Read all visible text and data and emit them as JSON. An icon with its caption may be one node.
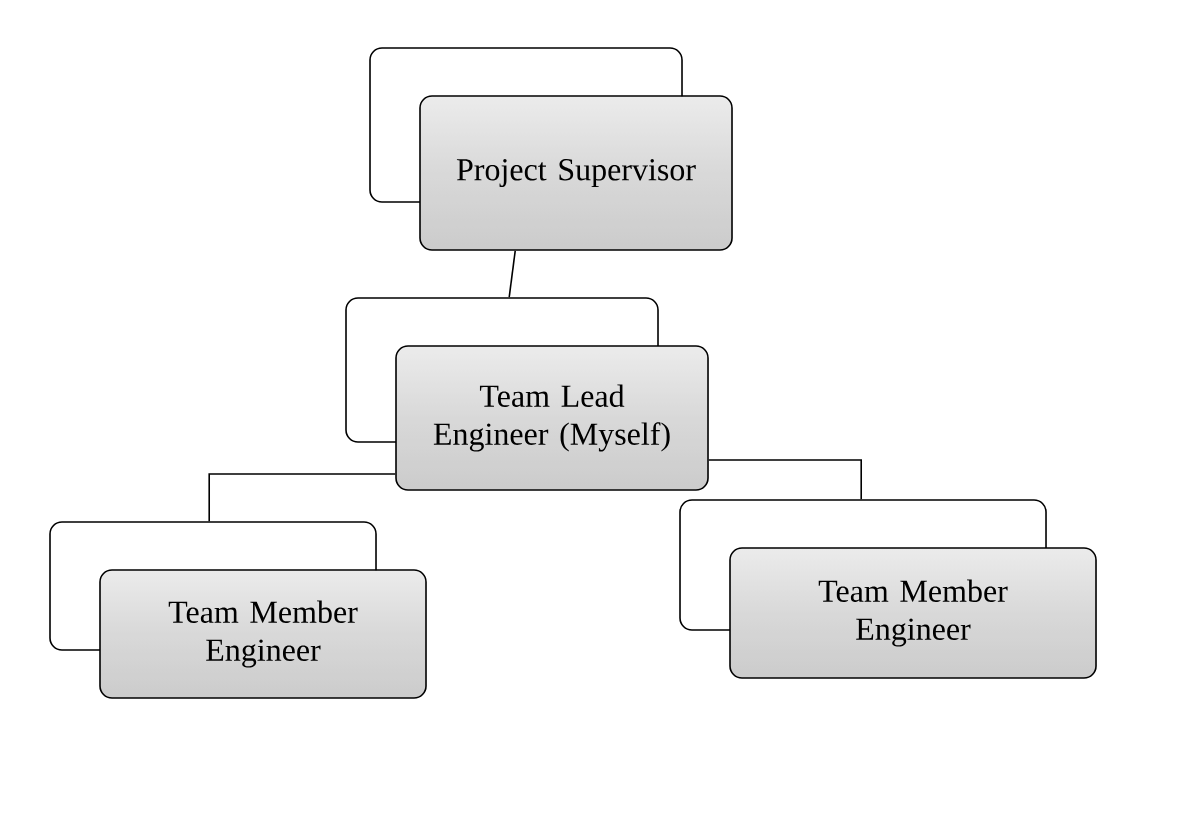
{
  "diagram": {
    "nodes": [
      {
        "text": [
          "Project Supervisor"
        ]
      },
      {
        "text": [
          "Team Lead Engineer (Myself)"
        ]
      },
      {
        "text": [
          "Team Member Engineer"
        ]
      },
      {
        "text": [
          "Team Member Engineer"
        ]
      }
    ],
    "edges": [
      {
        "from": 0,
        "to": 1,
        "arrow": "none"
      },
      {
        "from": 1,
        "to": 2,
        "arrow": "none"
      },
      {
        "from": 1,
        "to": 3,
        "arrow": "none"
      }
    ]
  }
}
